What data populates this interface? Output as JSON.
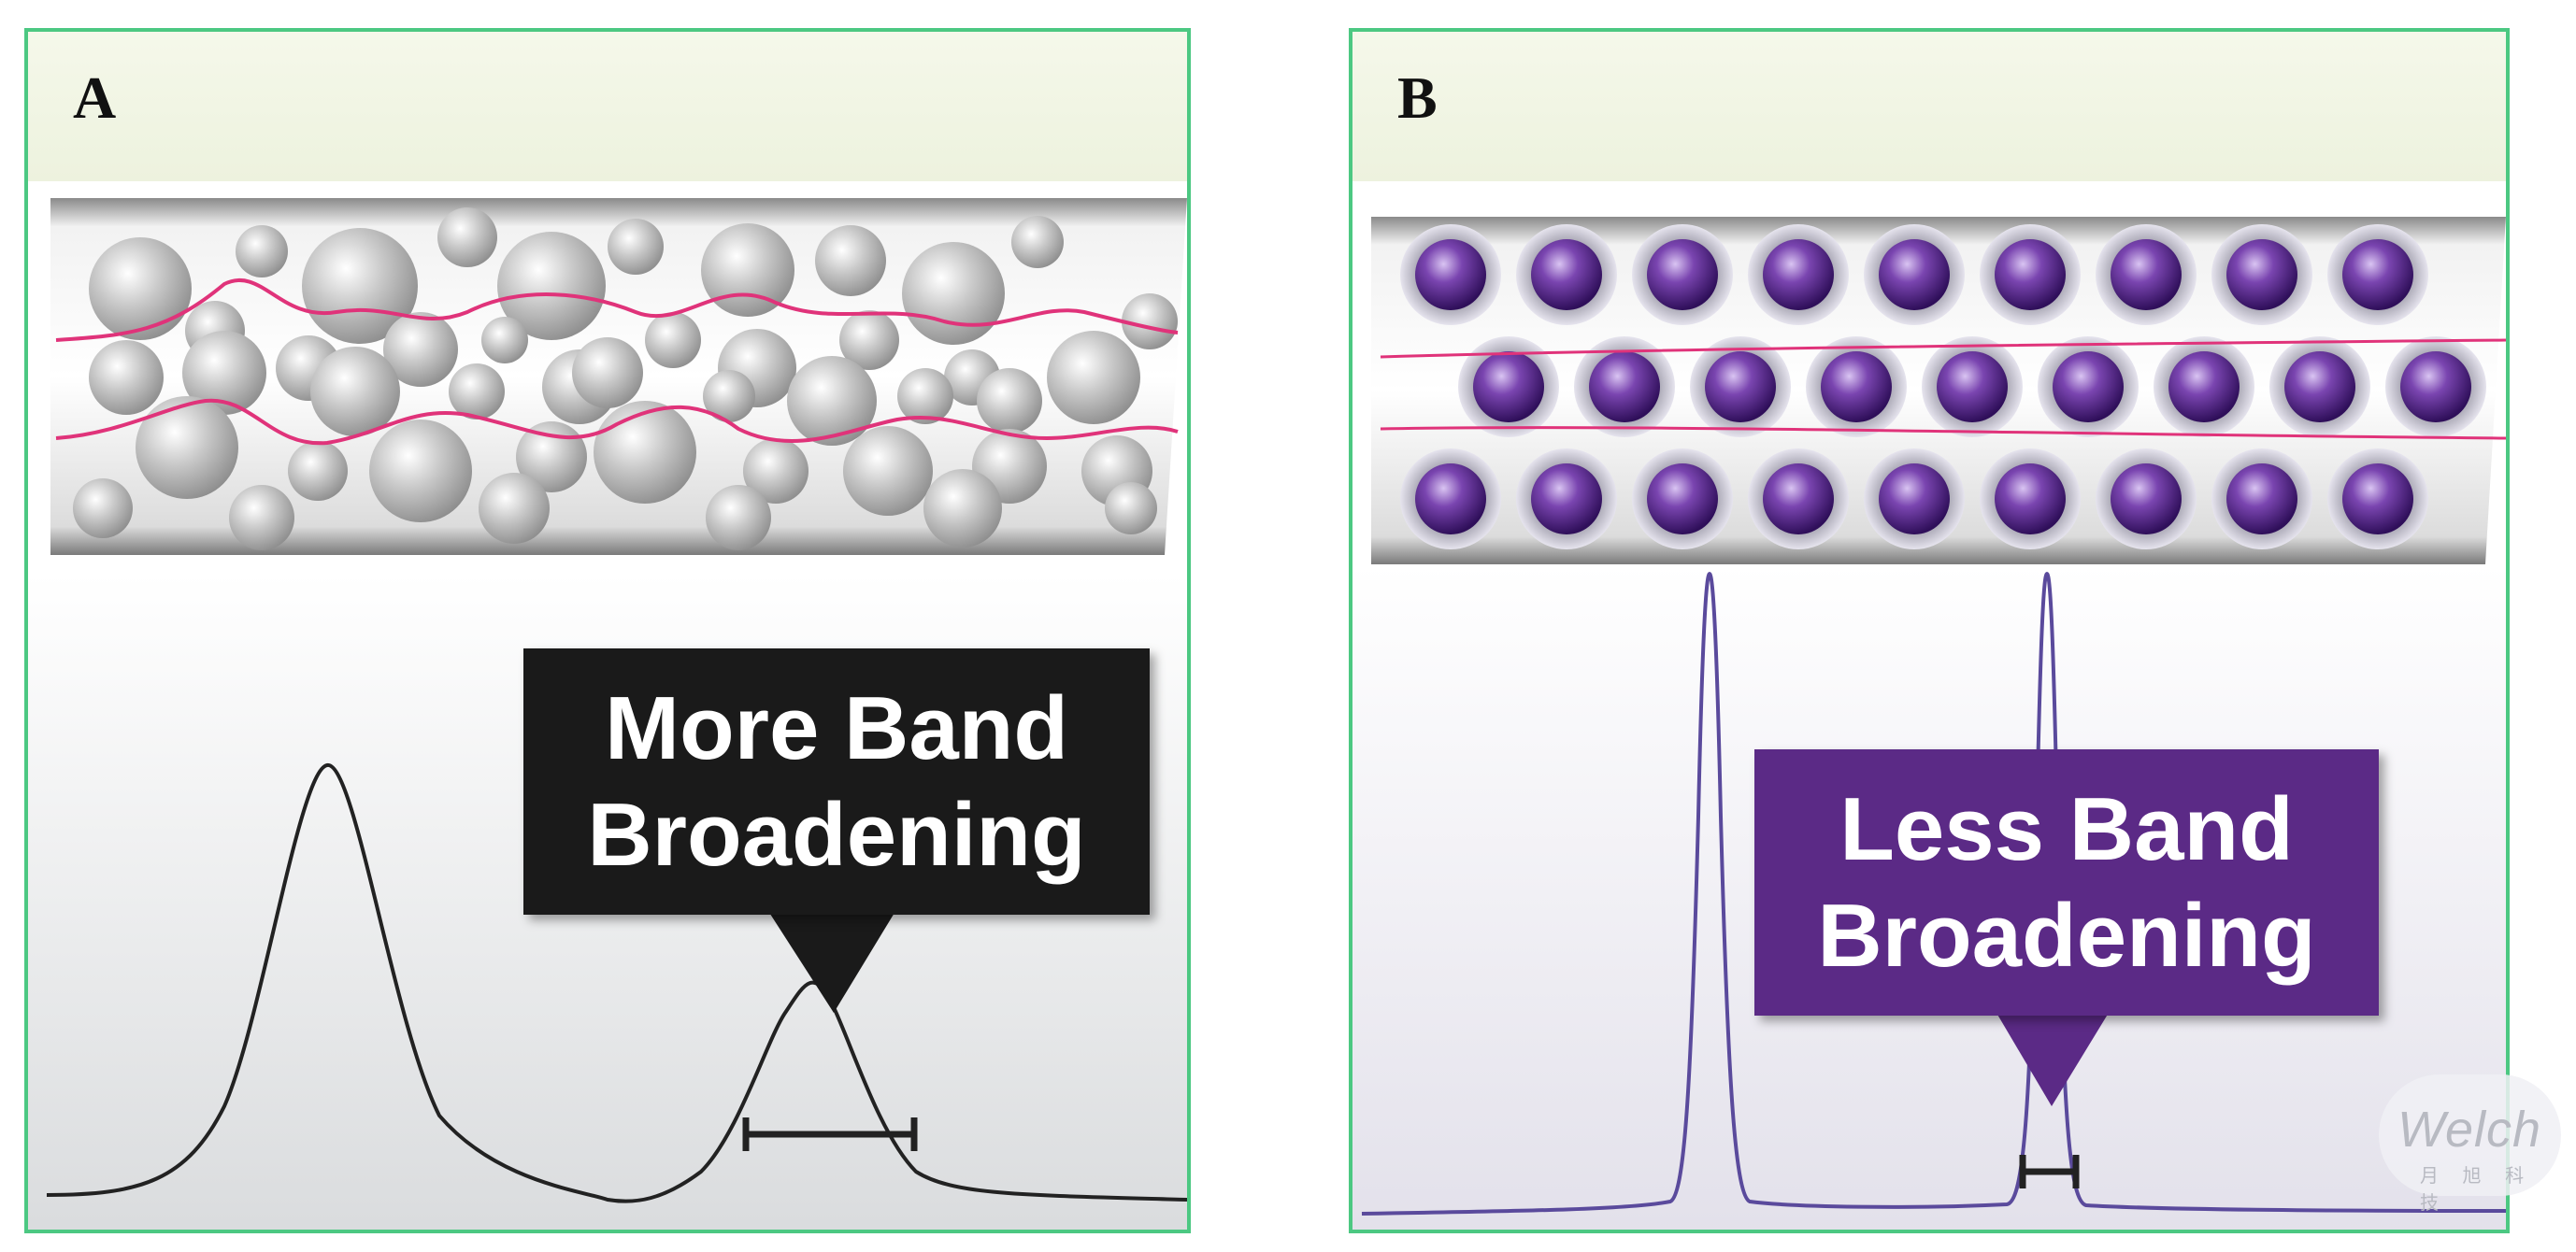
{
  "panel_a": {
    "letter": "A",
    "callout_line1": "More Band",
    "callout_line2": "Broadening"
  },
  "panel_b": {
    "letter": "B",
    "callout_line1": "Less Band",
    "callout_line2": "Broadening"
  },
  "watermark": {
    "logo": "Welch",
    "subtitle": "月 旭 科 技"
  },
  "colors": {
    "frame": "#4cc882",
    "flow_path": "#e0337a",
    "callout_a": "#1a1a1a",
    "callout_b": "#5b2a86",
    "particle_a": "#c8c8c8",
    "particle_b": "#6a3a9c",
    "trace_a": "#222222",
    "trace_b": "#5a4a9c"
  }
}
